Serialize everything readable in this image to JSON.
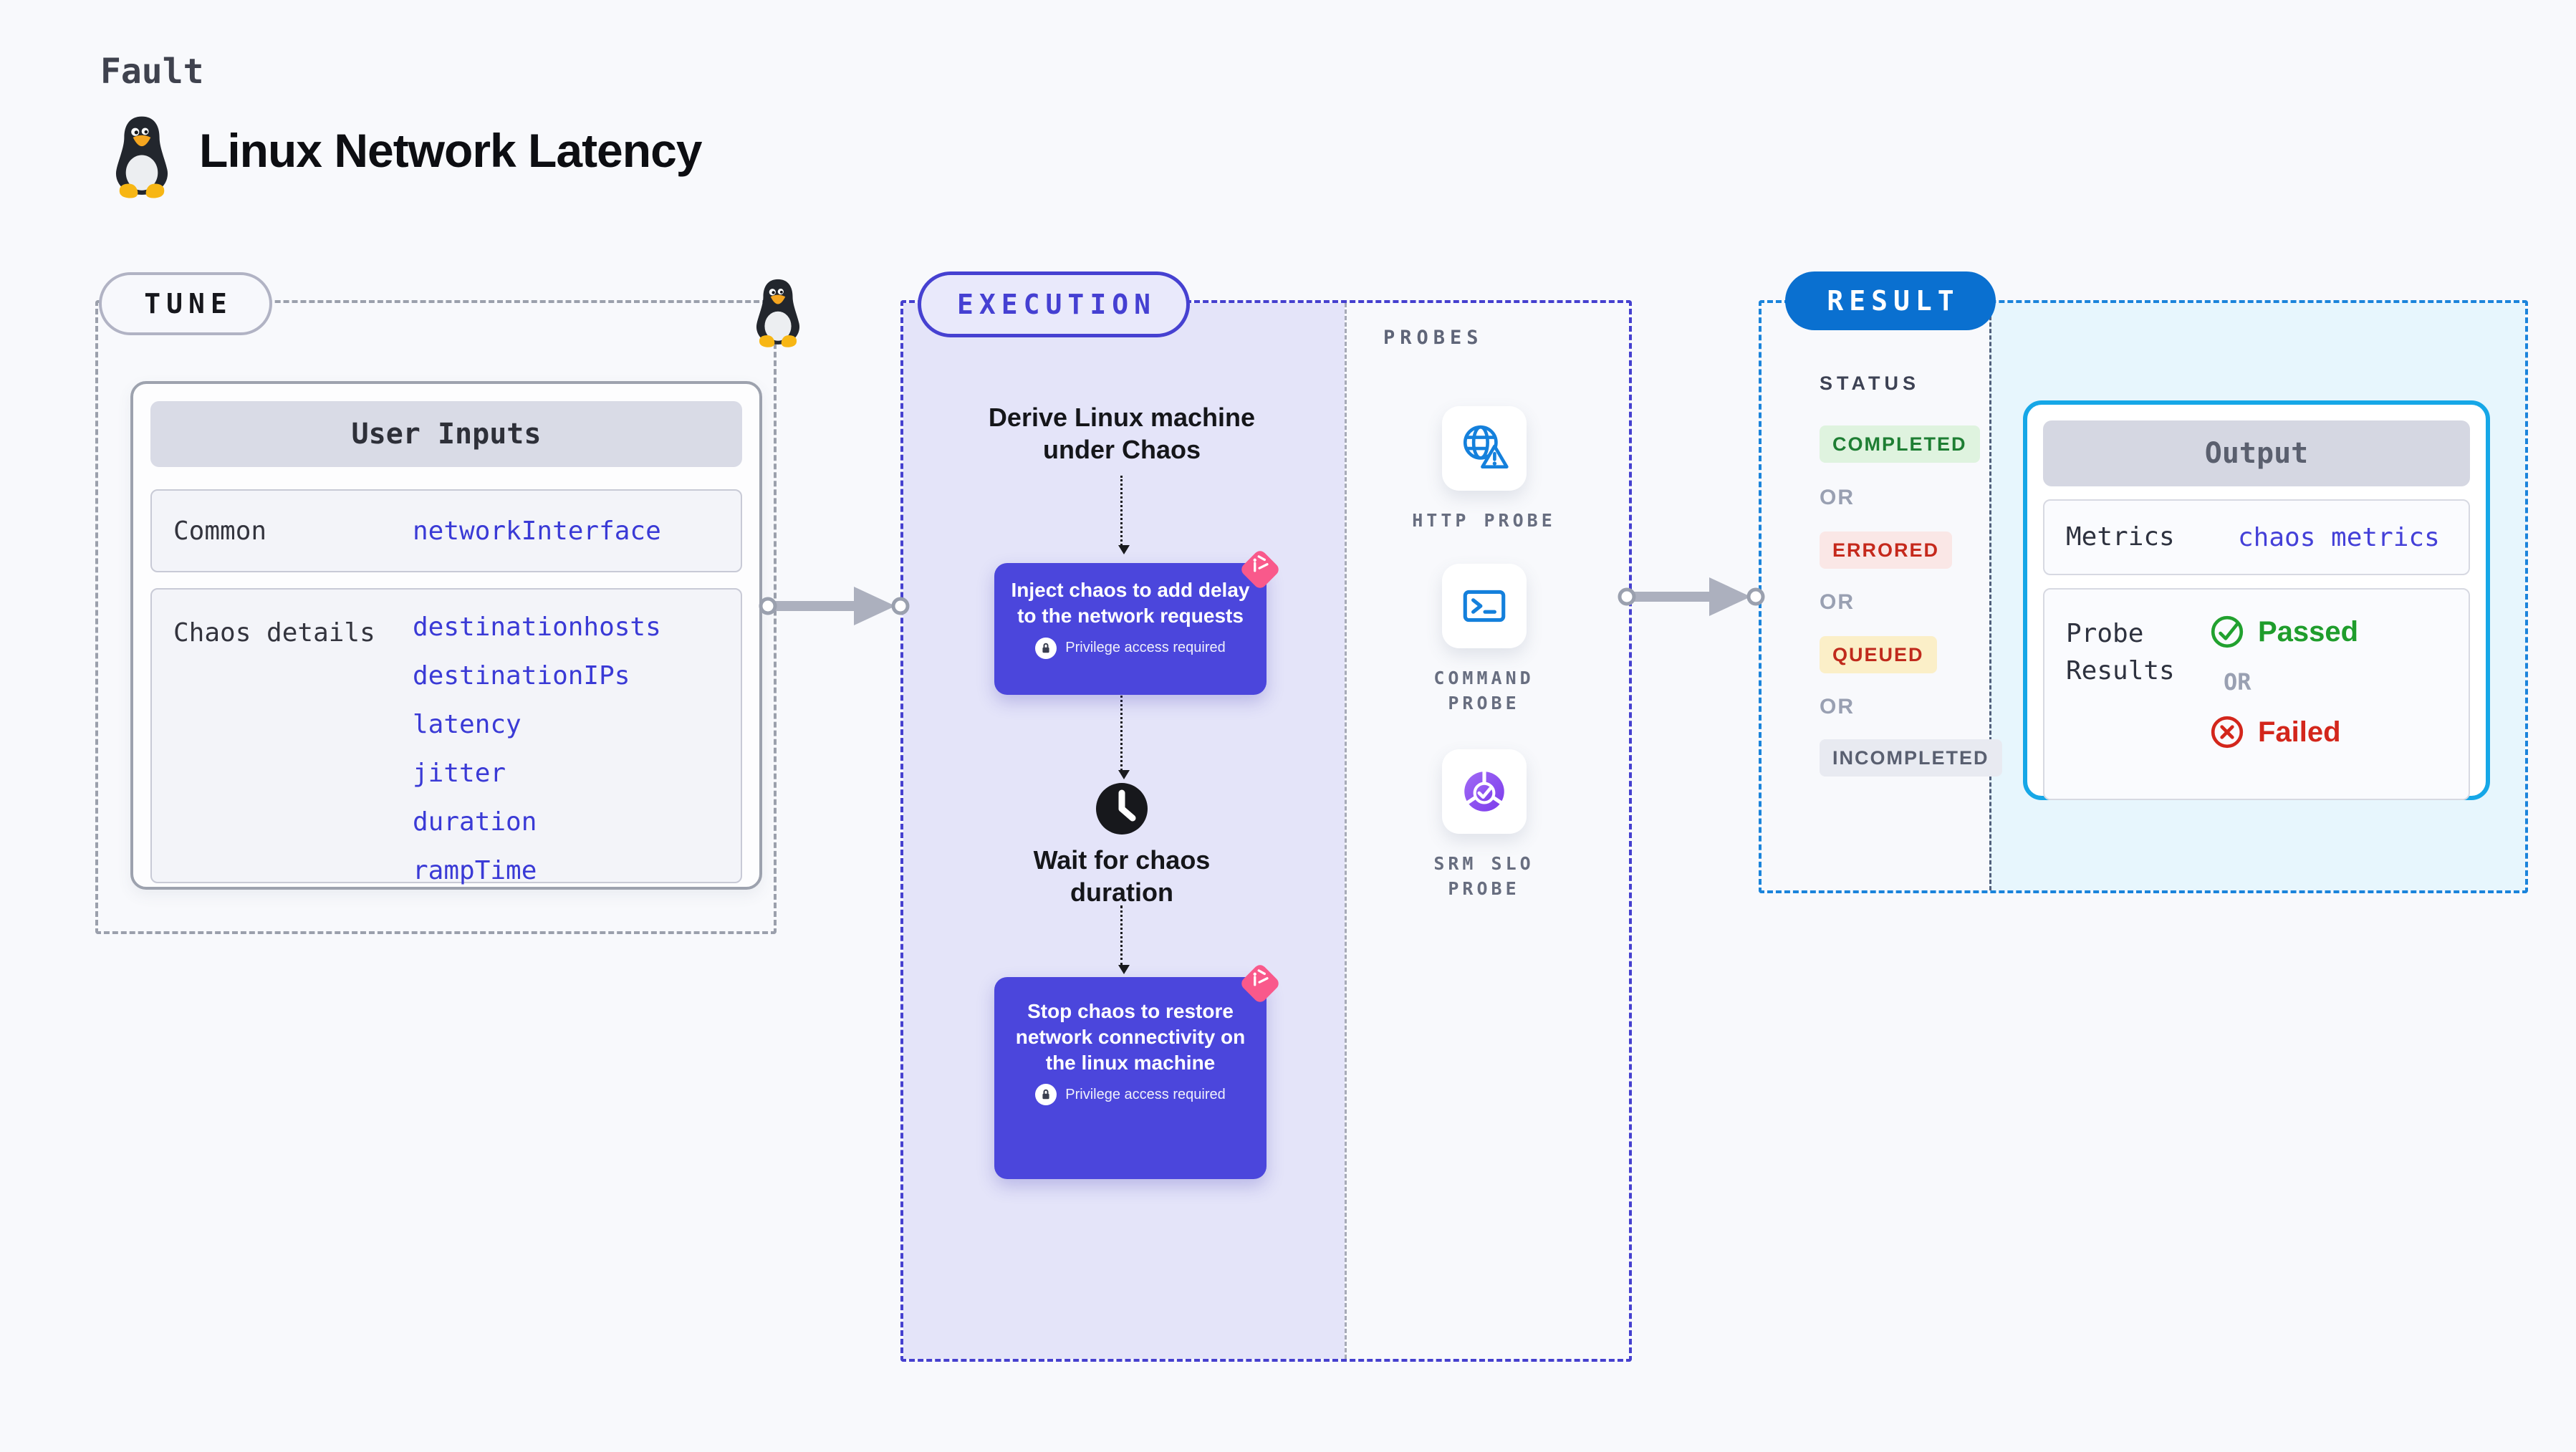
{
  "header": {
    "kicker": "Fault",
    "title": "Linux Network Latency",
    "icon": "tux-penguin-icon"
  },
  "tune": {
    "badge": "TUNE",
    "corner_icon": "tux-penguin-icon",
    "user_inputs": {
      "title": "User Inputs",
      "rows": [
        {
          "label": "Common",
          "values": [
            "networkInterface"
          ]
        },
        {
          "label": "Chaos details",
          "values": [
            "destinationhosts",
            "destinationIPs",
            "latency",
            "jitter",
            "duration",
            "rampTime"
          ]
        }
      ]
    }
  },
  "execution": {
    "badge": "EXECUTION",
    "steps": {
      "derive": "Derive Linux machine under Chaos",
      "inject": {
        "text": "Inject chaos to add delay to the network requests",
        "privilege": "Privilege access required"
      },
      "wait": "Wait for chaos duration",
      "stop": {
        "text": "Stop chaos to restore network connectivity on the linux machine",
        "privilege": "Privilege access required"
      }
    }
  },
  "probes": {
    "label": "PROBES",
    "items": [
      {
        "label": "HTTP PROBE",
        "icon": "globe-warning-icon"
      },
      {
        "label": "COMMAND PROBE",
        "icon": "terminal-icon"
      },
      {
        "label": "SRM SLO PROBE",
        "icon": "slo-donut-icon"
      }
    ]
  },
  "result": {
    "badge": "RESULT",
    "status_label": "STATUS",
    "or_label": "OR",
    "statuses": [
      {
        "label": "COMPLETED",
        "text_color": "#1E7E33",
        "bg_color": "#DFF3DF"
      },
      {
        "label": "ERRORED",
        "text_color": "#C5291C",
        "bg_color": "#FAE7E6"
      },
      {
        "label": "QUEUED",
        "text_color": "#C02A1C",
        "bg_color": "#FBEFC8"
      },
      {
        "label": "INCOMPLETED",
        "text_color": "#595F70",
        "bg_color": "#E8EAF1"
      }
    ],
    "output": {
      "title": "Output",
      "metrics_label": "Metrics",
      "metrics_value": "chaos metrics",
      "probe_results_label": "Probe Results",
      "passed_label": "Passed",
      "failed_label": "Failed",
      "or_label": "OR"
    }
  },
  "colors": {
    "page_bg": "#F8F9FC",
    "accent_indigo": "#4B46DC",
    "lavender_bg": "#E4E4F9",
    "chaos_pink": "#F9598B",
    "result_blue": "#0A70D0",
    "result_panel_bg": "#E7F6FD",
    "output_border_cyan": "#16A7E7",
    "probe_icon_blue": "#1480DC",
    "srm_purple": "#8B5CF6",
    "param_blue": "#3A3AD6",
    "passed_green": "#1F9D2C",
    "failed_red": "#D3261B"
  }
}
